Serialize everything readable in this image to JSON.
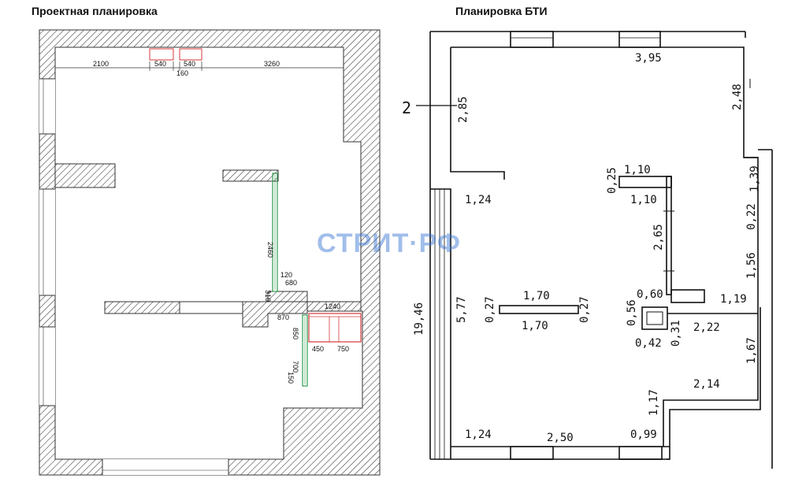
{
  "titles": {
    "left": "Проектная планировка",
    "right": "Планировка БТИ"
  },
  "watermark": "СТРИТ·РФ",
  "project_dims": {
    "d2100": "2100",
    "d540a": "540",
    "d540b": "540",
    "d160": "160",
    "d3260": "3260",
    "d2460": "2460",
    "d120": "120",
    "d680": "680",
    "d310": "310",
    "d870": "870",
    "d1240": "1240",
    "d850": "850",
    "d450": "450",
    "d750": "750",
    "d700": "700",
    "d150": "150"
  },
  "bti_dims": {
    "d395": "3,95",
    "d248": "2,48",
    "d285": "2,85",
    "marker2": "2",
    "d025": "0,25",
    "d110a": "1,10",
    "d110b": "1,10",
    "d139": "1,39",
    "d124a": "1,24",
    "d022": "0,22",
    "d265": "2,65",
    "d156": "1,56",
    "d1946": "19,46",
    "d577": "5,77",
    "d027a": "0,27",
    "d170a": "1,70",
    "d027b": "0,27",
    "d170b": "1,70",
    "d060": "0,60",
    "d119": "1,19",
    "d056": "0,56",
    "d031": "0,31",
    "d222": "2,22",
    "d042": "0,42",
    "d167": "1,67",
    "d214": "2,14",
    "d117": "1,17",
    "d124b": "1,24",
    "d250": "2,50",
    "d099": "0,99"
  },
  "colors": {
    "wall": "#333333",
    "partition_green": "#2e9e4f",
    "kitchen_red": "#d43a3a",
    "watermark": "#2f6fd0"
  }
}
